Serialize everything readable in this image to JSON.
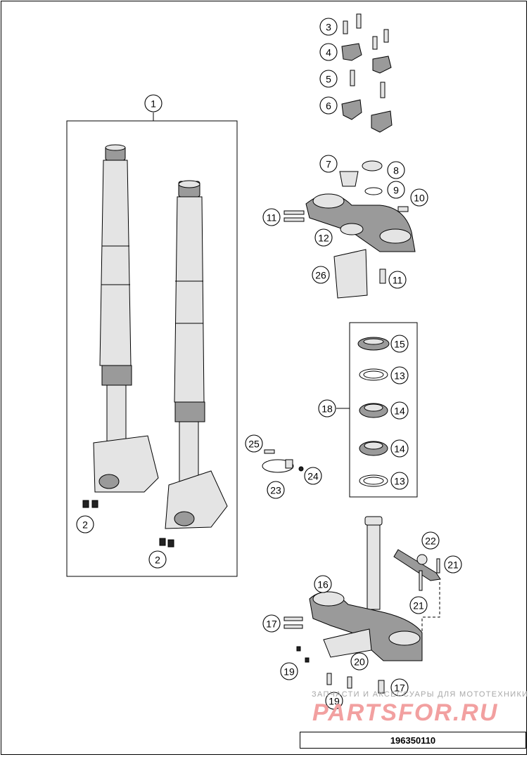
{
  "diagram": {
    "code": "196350110",
    "watermark_tagline": "ЗАПЧАСТИ И АКСЕССУАРЫ ДЛЯ МОТОТЕХНИКИ",
    "watermark_logo": "PARTSFOR.RU",
    "callouts": [
      {
        "id": "c1",
        "label": "1"
      },
      {
        "id": "c2a",
        "label": "2"
      },
      {
        "id": "c2b",
        "label": "2"
      },
      {
        "id": "c3",
        "label": "3"
      },
      {
        "id": "c4",
        "label": "4"
      },
      {
        "id": "c5",
        "label": "5"
      },
      {
        "id": "c6",
        "label": "6"
      },
      {
        "id": "c7",
        "label": "7"
      },
      {
        "id": "c8",
        "label": "8"
      },
      {
        "id": "c9",
        "label": "9"
      },
      {
        "id": "c10",
        "label": "10"
      },
      {
        "id": "c11a",
        "label": "11"
      },
      {
        "id": "c11b",
        "label": "11"
      },
      {
        "id": "c12",
        "label": "12"
      },
      {
        "id": "c26",
        "label": "26"
      },
      {
        "id": "c15",
        "label": "15"
      },
      {
        "id": "c13a",
        "label": "13"
      },
      {
        "id": "c18",
        "label": "18"
      },
      {
        "id": "c14a",
        "label": "14"
      },
      {
        "id": "c14b",
        "label": "14"
      },
      {
        "id": "c13b",
        "label": "13"
      },
      {
        "id": "c25",
        "label": "25"
      },
      {
        "id": "c24",
        "label": "24"
      },
      {
        "id": "c23",
        "label": "23"
      },
      {
        "id": "c22",
        "label": "22"
      },
      {
        "id": "c21a",
        "label": "21"
      },
      {
        "id": "c21b",
        "label": "21"
      },
      {
        "id": "c16",
        "label": "16"
      },
      {
        "id": "c17a",
        "label": "17"
      },
      {
        "id": "c19a",
        "label": "19"
      },
      {
        "id": "c20",
        "label": "20"
      },
      {
        "id": "c17b",
        "label": "17"
      },
      {
        "id": "c19b",
        "label": "19"
      }
    ]
  }
}
